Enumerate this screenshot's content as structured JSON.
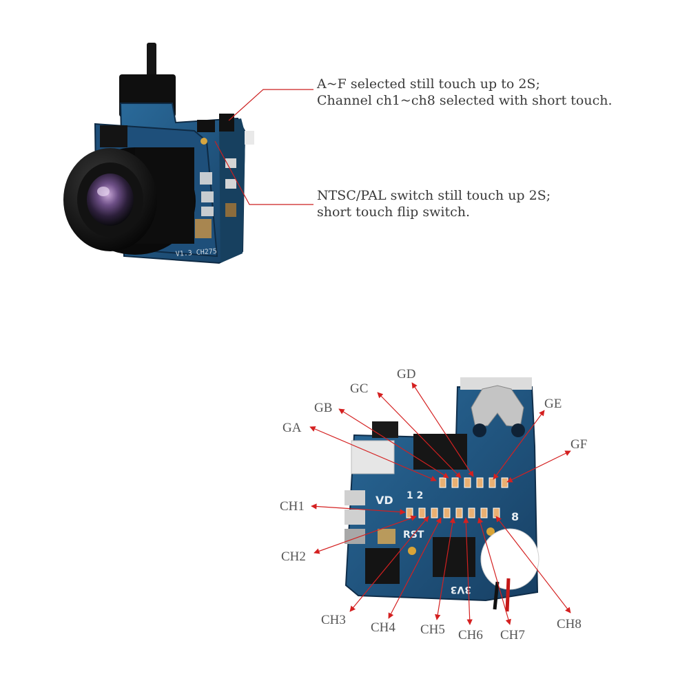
{
  "annotations": {
    "top_note": {
      "line1": "A~F selected still touch up to 2S;",
      "line2": "Channel ch1~ch8 selected with short touch."
    },
    "bottom_note": {
      "line1": "NTSC/PAL switch still touch up 2S;",
      "line2": "short touch flip switch."
    }
  },
  "board_silkscreen": {
    "vid": "VD",
    "band_marks": "1 2",
    "ch_end": "8",
    "rst": "RST",
    "v33": "3V3",
    "cam_version": "V1.3 CH275"
  },
  "group_labels": [
    "GA",
    "GB",
    "GC",
    "GD",
    "GE",
    "GF"
  ],
  "channel_labels": [
    "CH1",
    "CH2",
    "CH3",
    "CH4",
    "CH5",
    "CH6",
    "CH7",
    "CH8"
  ],
  "colors": {
    "leader_line": "#cc1f1f",
    "arrow": "#d42020",
    "pcb": "#1e4f7a",
    "label_text": "#555555"
  }
}
